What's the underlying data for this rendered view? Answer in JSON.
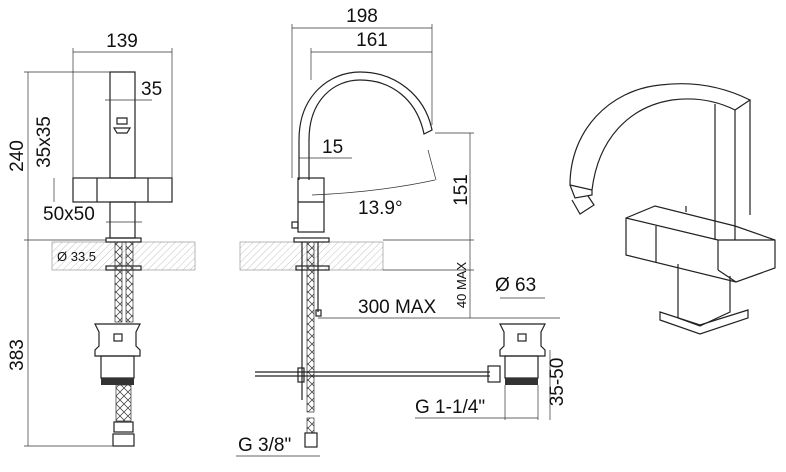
{
  "title": "Basin mixer technical drawing",
  "front_view": {
    "width": "139",
    "spout_width": "35",
    "column": "35x35",
    "height": "240",
    "base": "50x50",
    "hole_diameter": "Ø 33.5",
    "below_height": "383"
  },
  "side_view": {
    "reach_total": "198",
    "reach_spout": "161",
    "offset": "15",
    "angle": "13.9°",
    "spout_height": "151",
    "deck_thickness": "40 MAX",
    "rod_length": "300 MAX",
    "waste_diameter": "Ø 63",
    "waste_adjust": "35-50",
    "waste_thread": "G 1-1/4\"",
    "hose_thread": "G 3/8\""
  },
  "colors": {
    "line": "#222222",
    "hatch": "#888888"
  }
}
